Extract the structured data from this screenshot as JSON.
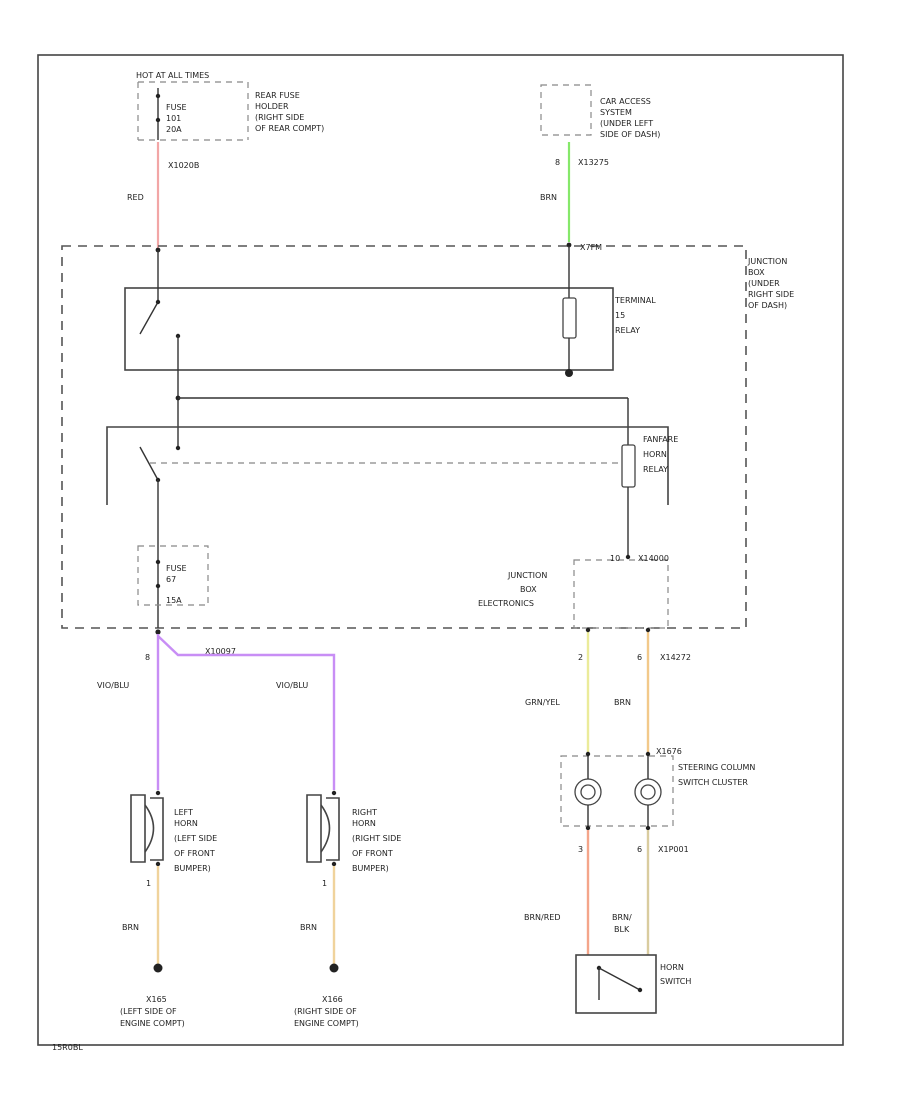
{
  "fuse_top": {
    "header": "HOT AT ALL TIMES",
    "fuse_lines": [
      "FUSE",
      "101",
      "20A"
    ],
    "holder_lines": [
      "REAR FUSE",
      "HOLDER",
      "(RIGHT SIDE",
      "OF REAR COMPT)"
    ],
    "connector": "X1020B"
  },
  "car_access": {
    "lines": [
      "CAR ACCESS",
      "SYSTEM",
      "(UNDER LEFT",
      "SIDE OF DASH)"
    ],
    "pin": "8",
    "connector": "X13275"
  },
  "junction_box": {
    "lines": [
      "JUNCTION",
      "BOX",
      "(UNDER",
      "RIGHT SIDE",
      "OF DASH)"
    ],
    "connector_top": "X7FM"
  },
  "terminal_relay": {
    "lines": [
      "TERMINAL",
      "15",
      "RELAY"
    ]
  },
  "fanfare_relay": {
    "lines": [
      "FANFARE",
      "HORN",
      "RELAY"
    ]
  },
  "fuse_mid": {
    "lines": [
      "FUSE",
      "67",
      "15A"
    ]
  },
  "jb_electronics": {
    "lines": [
      "JUNCTION",
      "BOX",
      "ELECTRONICS"
    ],
    "connector": "X14000",
    "pin_top": "10",
    "pin_left": "2",
    "pin_right": "6",
    "connector_right": "X14272"
  },
  "splice": {
    "pin": "8",
    "connector": "X10097"
  },
  "wires": {
    "red": {
      "label": "RED",
      "color": "#f2a6a6"
    },
    "brn_top": {
      "label": "BRN",
      "color": "#86e86a"
    },
    "vio_left": {
      "label": "VIO/BLU",
      "color": "#c88ef5"
    },
    "vio_right": {
      "label": "VIO/BLU",
      "color": "#c88ef5"
    },
    "gry_yel": {
      "label": "GRN/YEL",
      "color": "#ebeb9a"
    },
    "brn_orange": {
      "label": "BRN",
      "color": "#f2c98a"
    },
    "brn_left_horn": {
      "label": "BRN",
      "color": "#f0d39c"
    },
    "brn_right_horn": {
      "label": "BRN",
      "color": "#f0d39c"
    },
    "brn_red": {
      "label": "BRN/RED",
      "color": "#f4a58a"
    },
    "brn_blk": {
      "label_lines": [
        "BRN/",
        "BLK"
      ],
      "color": "#d9cc9f"
    }
  },
  "left_horn": {
    "lines": [
      "LEFT",
      "HORN",
      "(LEFT SIDE",
      "OF FRONT",
      "BUMPER)"
    ],
    "pin": "1",
    "ground": "X165",
    "ground_lines": [
      "(LEFT SIDE OF",
      "ENGINE COMPT)"
    ]
  },
  "right_horn": {
    "lines": [
      "RIGHT",
      "HORN",
      "(RIGHT SIDE",
      "OF FRONT",
      "BUMPER)"
    ],
    "pin": "1",
    "ground": "X166",
    "ground_lines": [
      "(RIGHT SIDE OF",
      "ENGINE COMPT)"
    ]
  },
  "steering_cluster": {
    "lines": [
      "STEERING COLUMN",
      "SWITCH CLUSTER"
    ],
    "connector": "X1676",
    "pin_bottom_left": "3",
    "pin_bottom_right": "6",
    "connector_bottom": "X1P001"
  },
  "horn_switch": {
    "lines": [
      "HORN",
      "SWITCH"
    ]
  },
  "footer": {
    "code": "15R0BL"
  }
}
